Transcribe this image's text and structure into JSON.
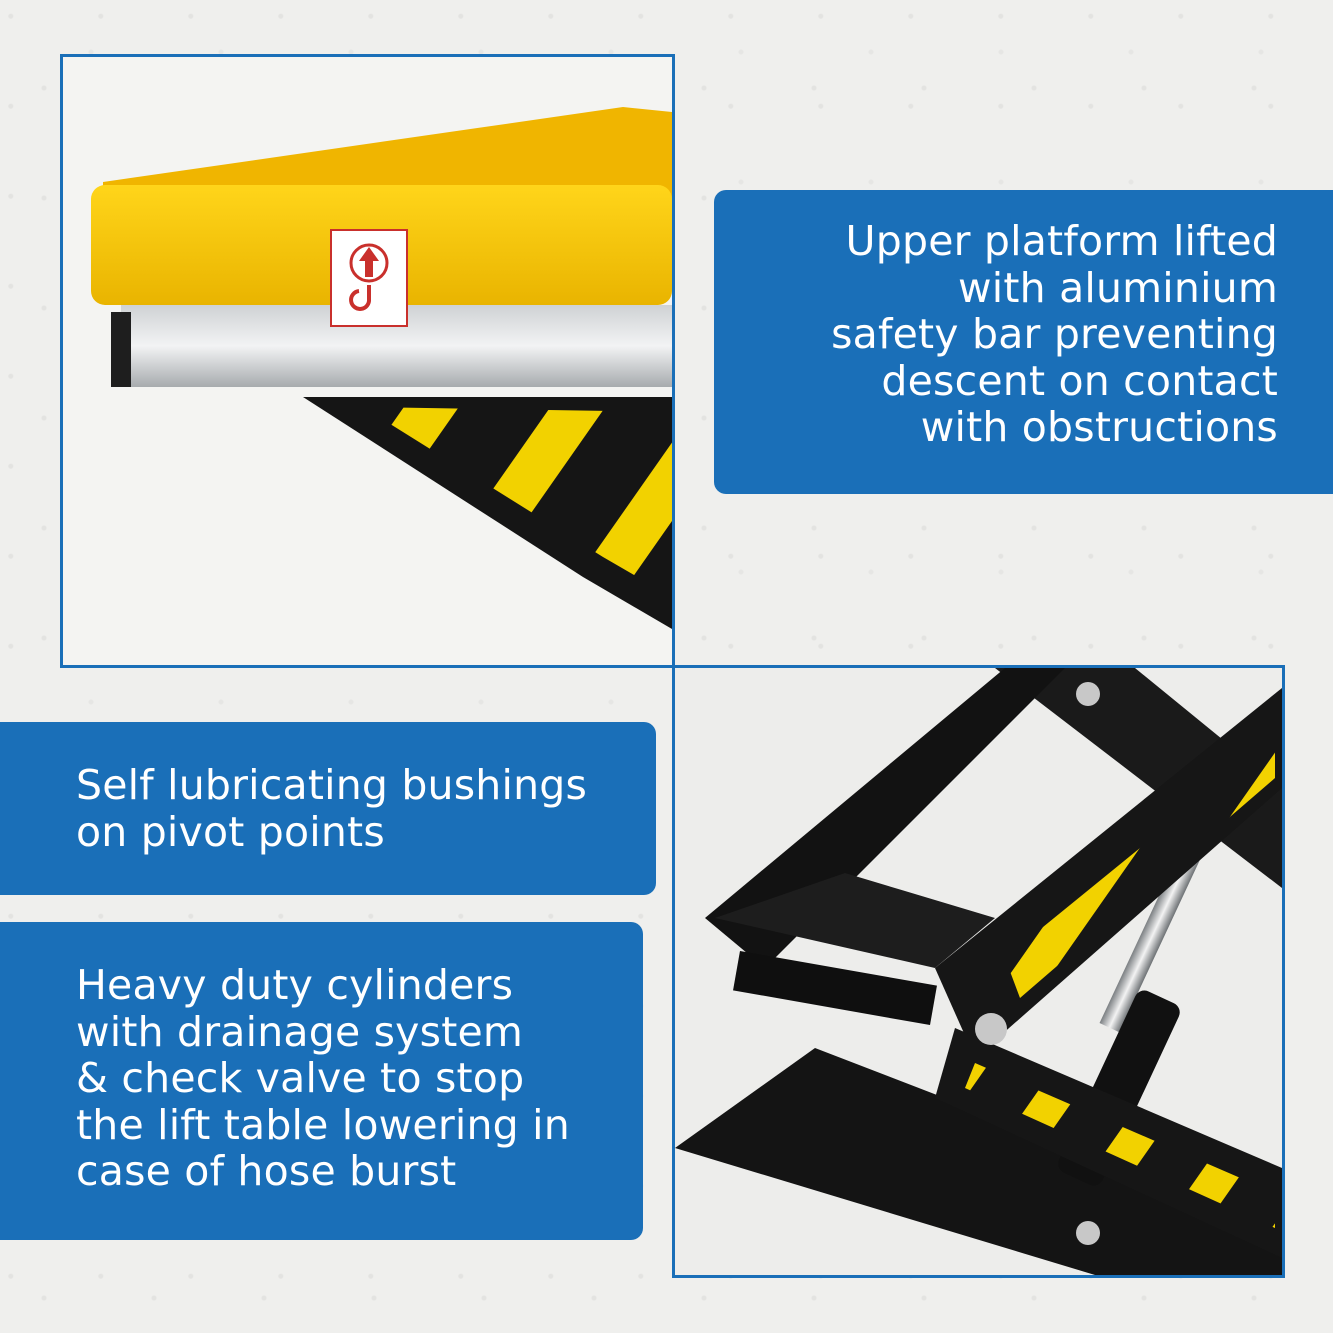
{
  "callouts": {
    "platform": {
      "lines": [
        "Upper platform lifted",
        "with aluminium",
        "safety bar preventing",
        "descent on contact",
        "with obstructions"
      ]
    },
    "bushings": {
      "lines": [
        "Self lubricating bushings",
        "on pivot points"
      ]
    },
    "cylinders": {
      "lines": [
        "Heavy duty cylinders",
        "with drainage system",
        "& check valve to stop",
        "the lift table lowering in",
        "case of hose burst"
      ]
    }
  },
  "colors": {
    "accent_blue": "#1a6fb8",
    "platform_yellow": "#f5c400",
    "frame_black": "#161616",
    "hazard_yellow": "#f2d200"
  },
  "icons": {
    "label": "lifting-hook-arrow-icon"
  }
}
